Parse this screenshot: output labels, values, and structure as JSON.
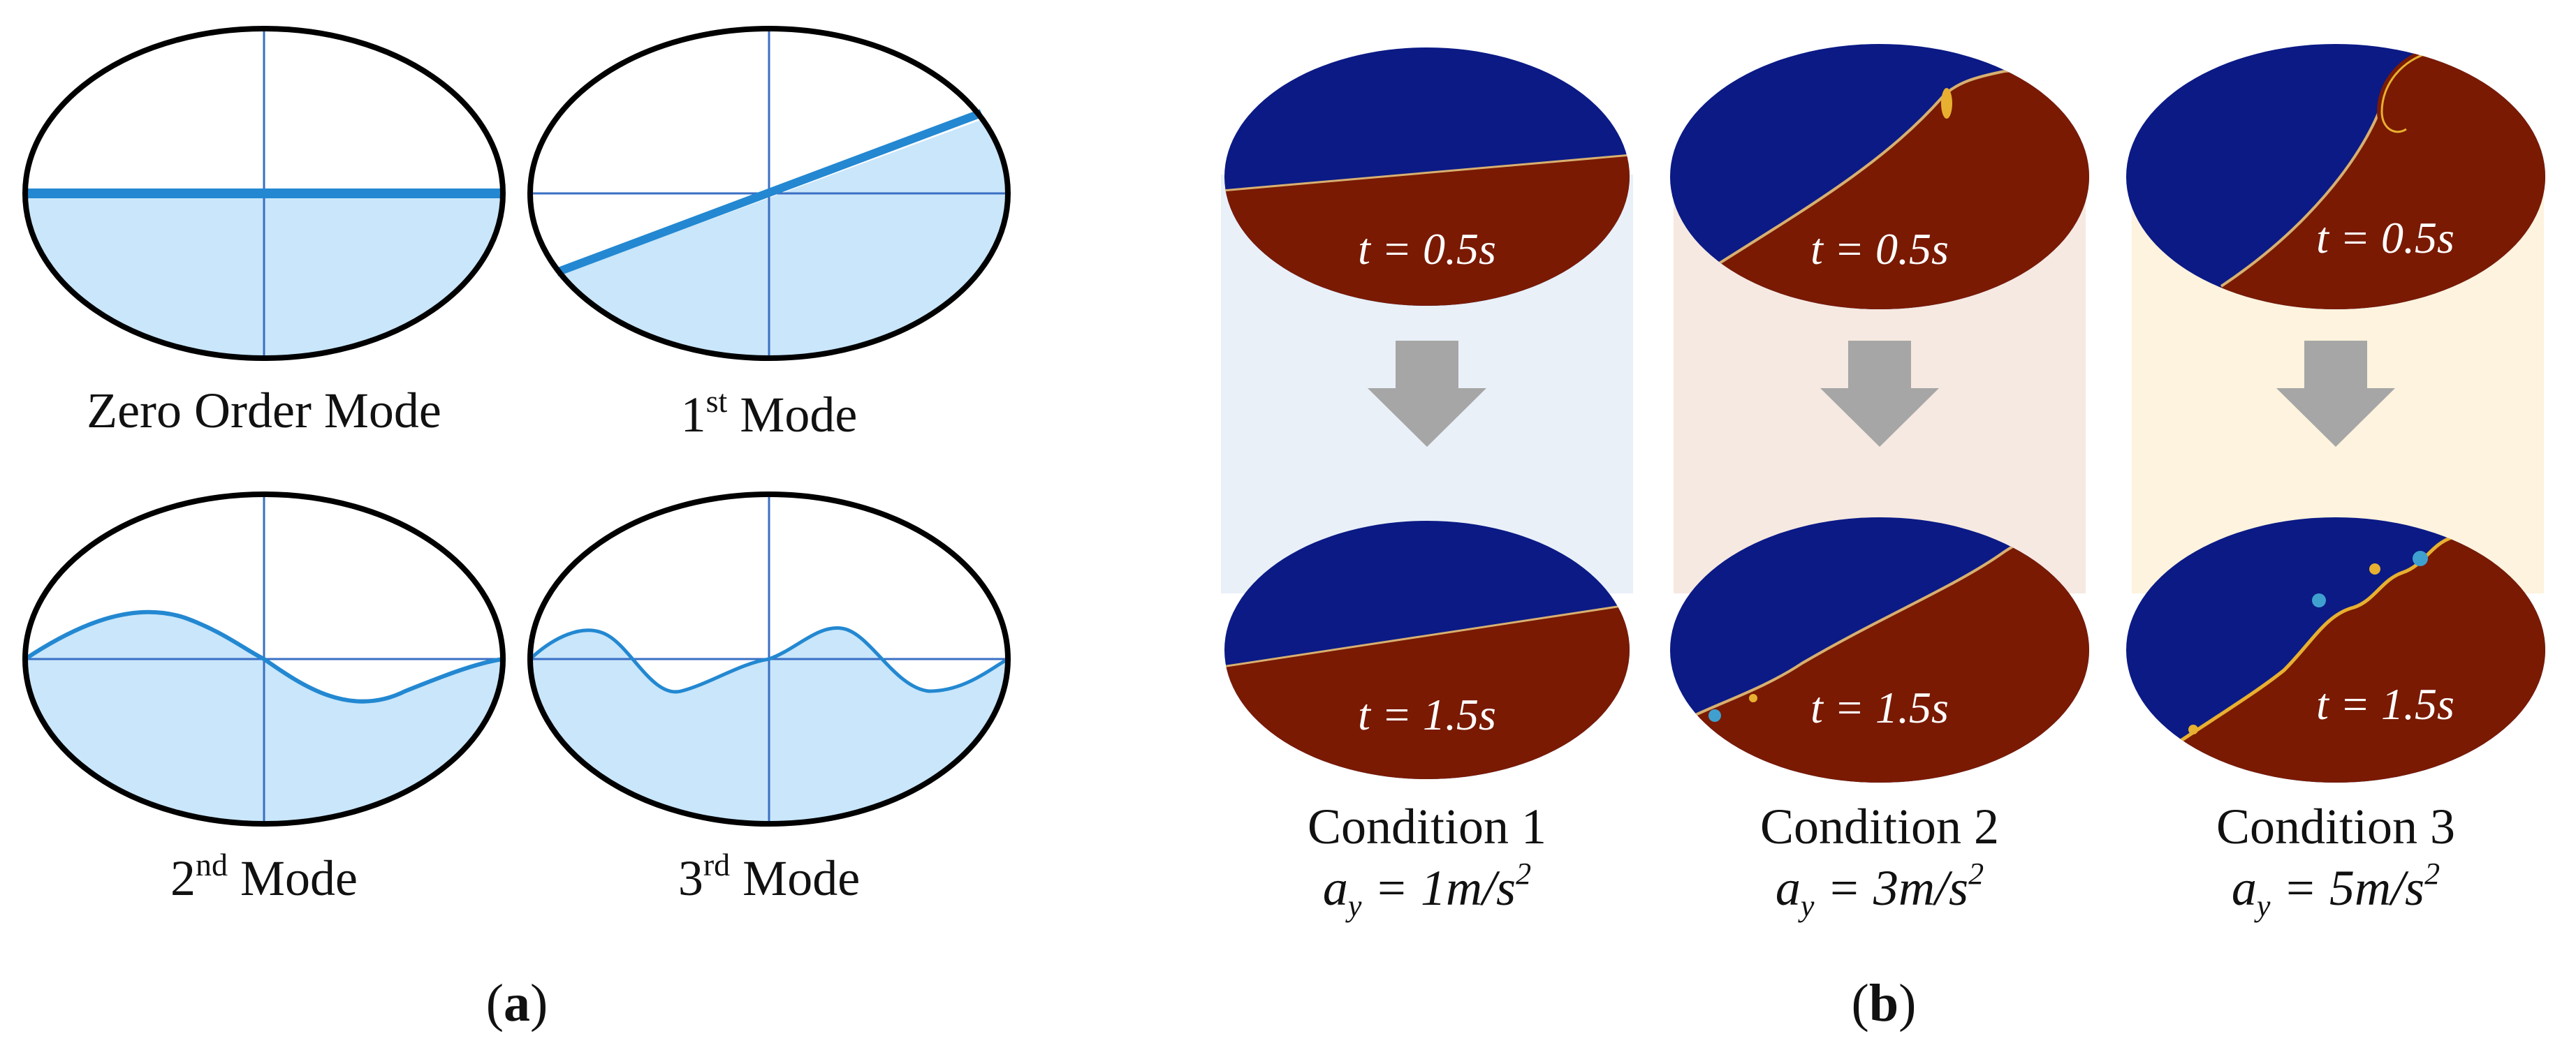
{
  "panel_a": {
    "label_open": "(",
    "label_letter": "a",
    "label_close": ")",
    "modes": [
      {
        "caption": "Zero Order Mode"
      },
      {
        "caption_prefix": "1",
        "caption_sup": "st",
        "caption_suffix": " Mode"
      },
      {
        "caption_prefix": "2",
        "caption_sup": "nd",
        "caption_suffix": " Mode"
      },
      {
        "caption_prefix": "3",
        "caption_sup": "rd",
        "caption_suffix": " Mode"
      }
    ]
  },
  "panel_b": {
    "label_open": "(",
    "label_letter": "b",
    "label_close": ")",
    "conditions": [
      {
        "title": "Condition 1",
        "t_top": "0.5s",
        "t_bottom": "1.5s",
        "accel_value": "1m/s",
        "accel_exp": "2",
        "bg_color": "#e9f0f8"
      },
      {
        "title": "Condition 2",
        "t_top": "0.5s",
        "t_bottom": "1.5s",
        "accel_value": "3m/s",
        "accel_exp": "2",
        "bg_color": "#f6e9e1"
      },
      {
        "title": "Condition 3",
        "t_top": "0.5s",
        "t_bottom": "1.5s",
        "accel_value": "5m/s",
        "accel_exp": "2",
        "bg_color": "#fdf3de"
      }
    ],
    "t_symbol": "t = ",
    "accel_symbol": "a",
    "accel_sub": "y",
    "accel_eq": " = "
  },
  "colors": {
    "liquid_fill": "#c9e6fb",
    "axis_line": "#3a6fc4",
    "surface_line": "#2388d1",
    "gas_phase": "#0b1a85",
    "liquid_phase": "#7a1a02",
    "arrow": "#a6a6a6"
  }
}
